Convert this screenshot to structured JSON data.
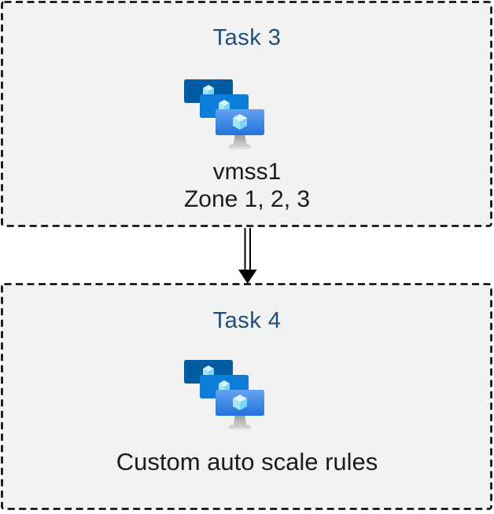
{
  "diagram": {
    "boxes": [
      {
        "title": "Task 3",
        "icon": "virtual-machine-scale-sets",
        "label_lines": [
          "vmss1",
          "Zone 1, 2, 3"
        ]
      },
      {
        "title": "Task 4",
        "icon": "virtual-machine-scale-sets",
        "label_lines": [
          "Custom auto scale rules"
        ]
      }
    ],
    "connector": {
      "from": "Task 3",
      "to": "Task 4",
      "style": "double-line-arrow",
      "direction": "down"
    },
    "colors": {
      "box_fill": "#f2f2f2",
      "box_border": "#000000",
      "title_text": "#1f4e79",
      "body_text": "#1b1b1b",
      "monitor_back": "#005ba1",
      "monitor_middle": "#0e7dd9",
      "monitor_front_top": "#63a2f0",
      "monitor_front_bottom": "#2273dc",
      "cube_top": "#d9f5ff",
      "cube_left": "#a3e6fa",
      "cube_right": "#79d6f6",
      "stand_gray": "#c6c6c6"
    }
  }
}
